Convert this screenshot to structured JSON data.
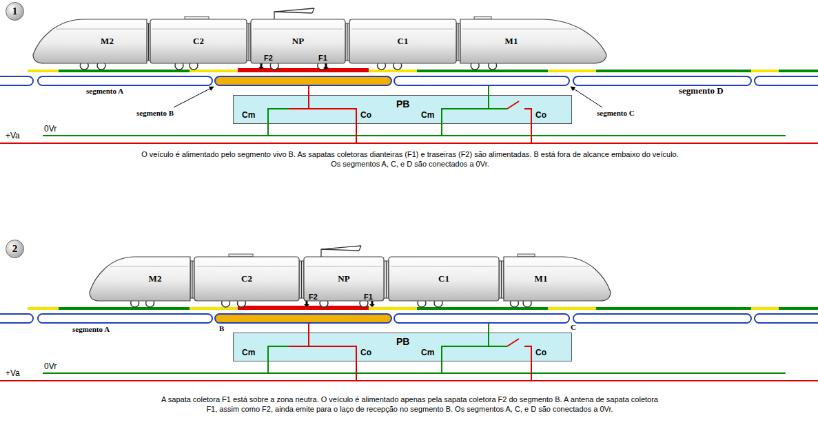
{
  "diagram": {
    "nodes": [
      {
        "text": [
          "1"
        ]
      },
      {
        "text": [
          "M2"
        ]
      },
      {
        "text": [
          "C2"
        ]
      },
      {
        "text": [
          "NP"
        ]
      },
      {
        "text": [
          "C1"
        ]
      },
      {
        "text": [
          "M1"
        ]
      },
      {
        "text": [
          "Cm",
          "Co",
          "PB",
          "Cm",
          "Co"
        ]
      },
      {
        "text": [
          "2"
        ]
      },
      {
        "text": [
          "M2"
        ]
      },
      {
        "text": [
          "C2"
        ]
      },
      {
        "text": [
          "NP"
        ]
      },
      {
        "text": [
          "C1"
        ]
      },
      {
        "text": [
          "M1"
        ]
      },
      {
        "text": [
          "Cm",
          "Co",
          "PB",
          "Cm",
          "Co"
        ]
      }
    ],
    "labels": [
      "F2",
      "F1",
      "segmento A",
      "segmento B",
      "segmento C",
      "segmento D",
      "0Vr",
      "+Va",
      "O veículo é alimentado pelo segmento vivo B. As sapatas coletoras dianteiras (F1) e traseiras (F2) são alimentadas. B está fora de alcance embaixo do veículo. Os segmentos A, C, e D são conectados a 0Vr.",
      "F2",
      "F1",
      "segmento A",
      "B",
      "C",
      "0Vr",
      "+Va",
      "A sapata coletora F1 está sobre a zona neutra. O veículo é alimentado apenas pela sapata coletora F2 do segmento B. A antena de sapata coletora F1, assim como F2, ainda emite para o laço de recepção no segmento B. Os segmentos A, C, e D são conectados a 0Vr."
    ]
  }
}
